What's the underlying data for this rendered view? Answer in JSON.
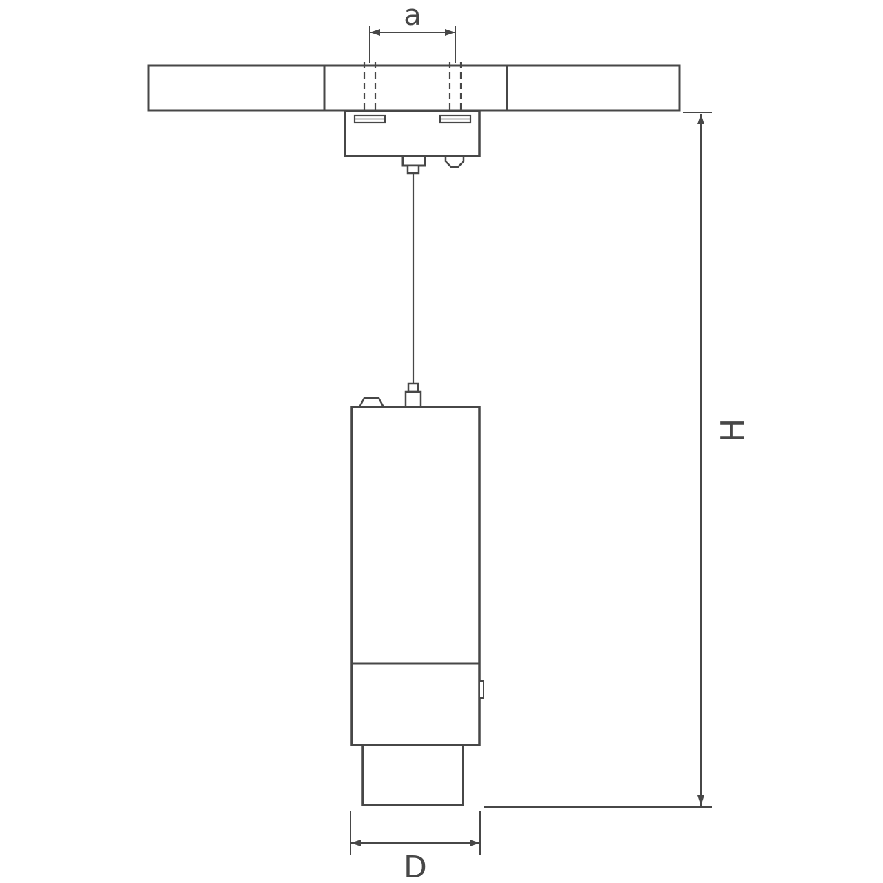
{
  "diagram": {
    "labels": {
      "hole_spacing": "a",
      "diameter": "D",
      "height": "H"
    },
    "colors": {
      "line": "#474747",
      "background": "#ffffff"
    }
  }
}
